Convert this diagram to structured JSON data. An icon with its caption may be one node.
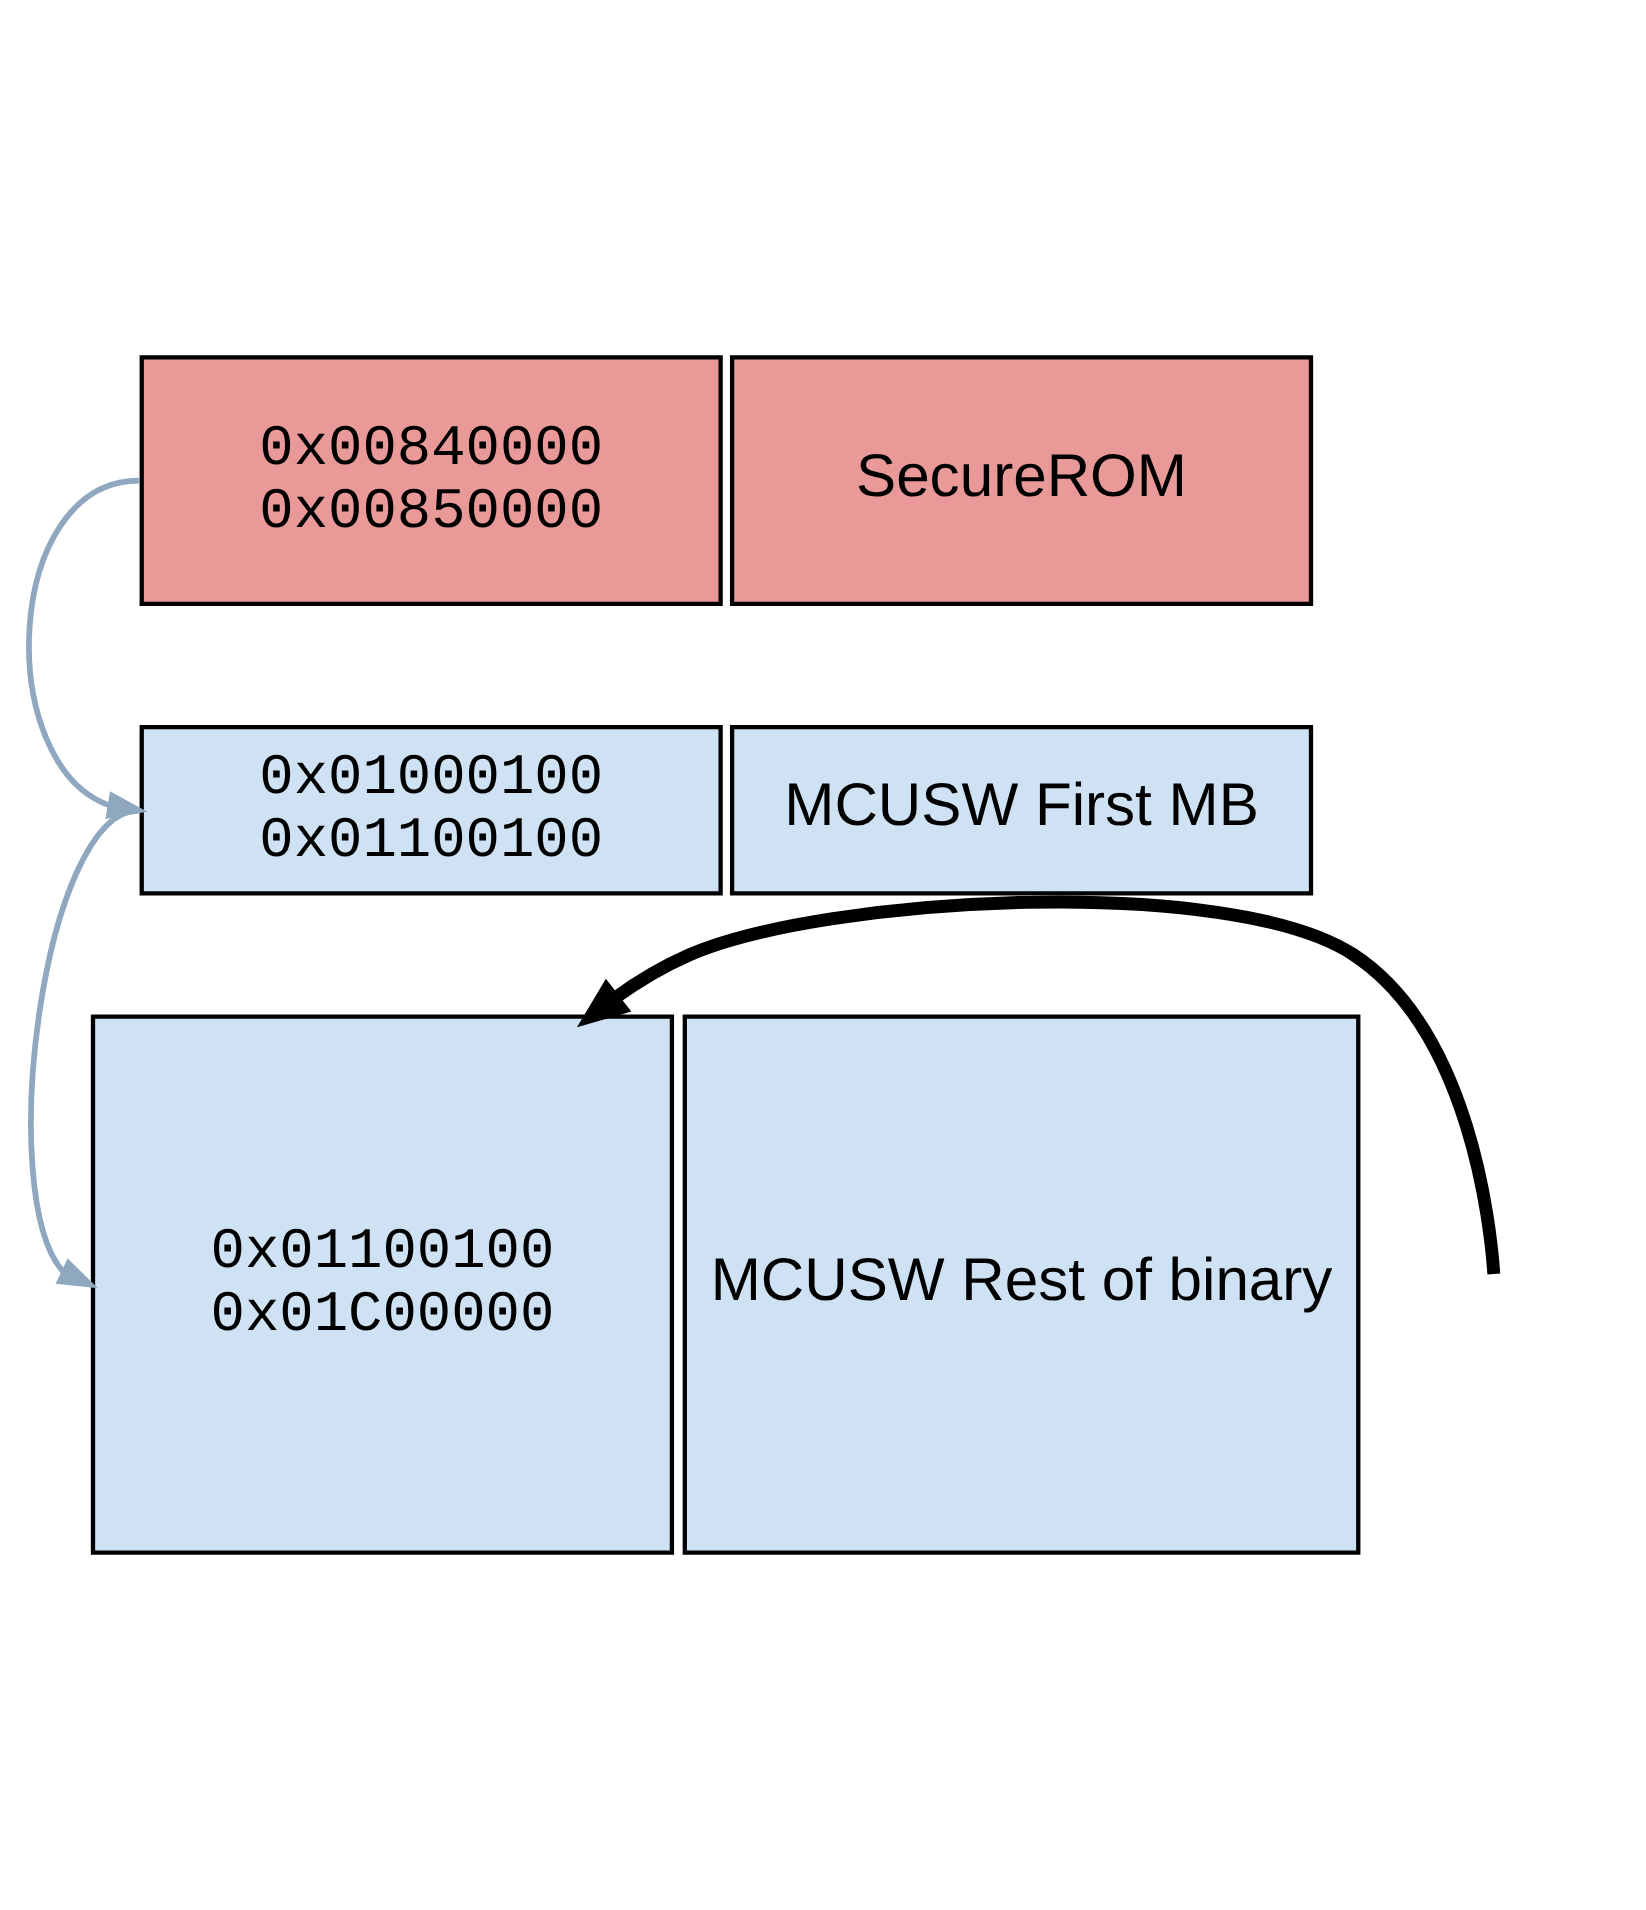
{
  "diagram": {
    "nodes": [
      {
        "text": [
          "0x00840000",
          "0x00850000"
        ]
      },
      {
        "text": [
          "SecureROM"
        ]
      },
      {
        "text": [
          "0x01000100",
          "0x01100100"
        ]
      },
      {
        "text": [
          "MCUSW First MB"
        ]
      },
      {
        "text": [
          "0x01100100",
          "0x01C00000"
        ]
      },
      {
        "text": [
          "MCUSW Rest of binary"
        ]
      }
    ],
    "edges": [
      {
        "from": 0,
        "to": 2,
        "arrow": "to"
      },
      {
        "from": 2,
        "to": 4,
        "arrow": "to"
      },
      {
        "from": null,
        "to": 4,
        "arrow": "to",
        "style": "thick",
        "color": "#000000"
      }
    ]
  }
}
